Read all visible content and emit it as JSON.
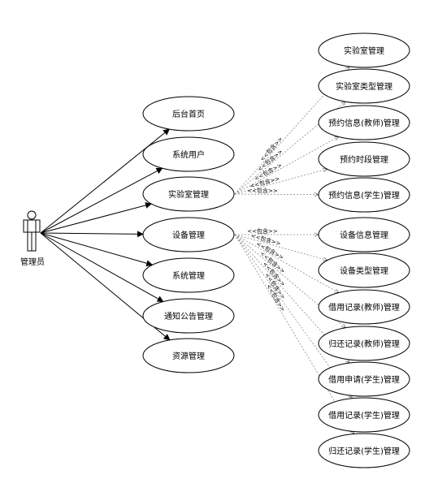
{
  "actor": {
    "label": "管理员"
  },
  "main_use_cases": [
    {
      "id": "home",
      "label": "后台首页"
    },
    {
      "id": "users",
      "label": "系统用户"
    },
    {
      "id": "lab",
      "label": "实验室管理"
    },
    {
      "id": "equipment",
      "label": "设备管理"
    },
    {
      "id": "system",
      "label": "系统管理"
    },
    {
      "id": "notice",
      "label": "通知公告管理"
    },
    {
      "id": "resource",
      "label": "资源管理"
    }
  ],
  "lab_sub_use_cases": [
    {
      "label": "实验室管理"
    },
    {
      "label": "实验室类型管理"
    },
    {
      "label": "预约信息(教师)管理"
    },
    {
      "label": "预约时段管理"
    },
    {
      "label": "预约信息(学生)管理"
    }
  ],
  "equipment_sub_use_cases": [
    {
      "label": "设备信息管理"
    },
    {
      "label": "设备类型管理"
    },
    {
      "label": "借用记录(教师)管理"
    },
    {
      "label": "归还记录(教师)管理"
    },
    {
      "label": "借用申请(学生)管理"
    },
    {
      "label": "借用记录(学生)管理"
    },
    {
      "label": "归还记录(学生)管理"
    }
  ],
  "include_label": "<<包含>>"
}
